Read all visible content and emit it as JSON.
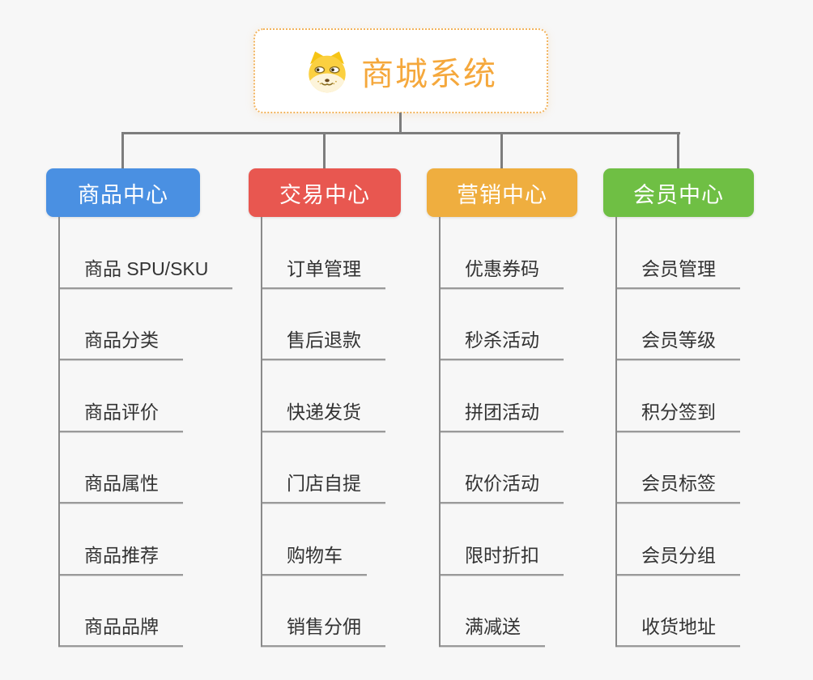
{
  "app": {
    "type": "mindmap",
    "background": "#f7f7f7",
    "connector_color": "#7d7d7d"
  },
  "root": {
    "title": "商城系统",
    "icon": "doge-icon",
    "accent_color": "#f5a83c",
    "border_color": "#f2b35c"
  },
  "branches": [
    {
      "label": "商品中心",
      "color": "#4a90e2",
      "items": [
        "商品 SPU/SKU",
        "商品分类",
        "商品评价",
        "商品属性",
        "商品推荐",
        "商品品牌"
      ]
    },
    {
      "label": "交易中心",
      "color": "#e85750",
      "items": [
        "订单管理",
        "售后退款",
        "快递发货",
        "门店自提",
        "购物车",
        "销售分佣"
      ]
    },
    {
      "label": "营销中心",
      "color": "#efae3f",
      "items": [
        "优惠券码",
        "秒杀活动",
        "拼团活动",
        "砍价活动",
        "限时折扣",
        "满减送"
      ]
    },
    {
      "label": "会员中心",
      "color": "#6fbf44",
      "items": [
        "会员管理",
        "会员等级",
        "积分签到",
        "会员标签",
        "会员分组",
        "收货地址"
      ]
    }
  ]
}
